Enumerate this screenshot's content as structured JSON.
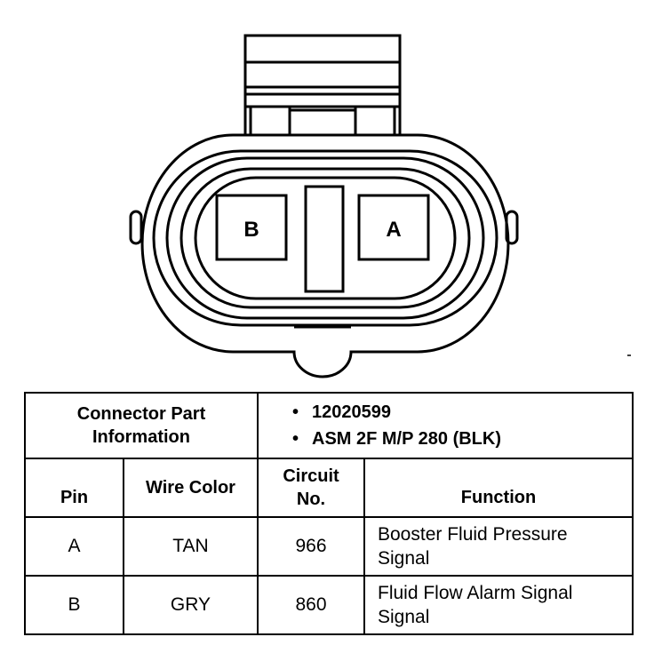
{
  "connector": {
    "pin_labels": [
      "B",
      "A"
    ]
  },
  "table": {
    "part_info_label_1": "Connector Part",
    "part_info_label_2": "Information",
    "part_values": [
      "12020599",
      "ASM 2F M/P 280 (BLK)"
    ],
    "bullet": "•",
    "headers": {
      "pin": "Pin",
      "wire_color": "Wire Color",
      "circuit_1": "Circuit",
      "circuit_2": "No.",
      "function": "Function"
    },
    "rows": [
      {
        "pin": "A",
        "wire_color": "TAN",
        "circuit": "966",
        "function_1": "Booster Fluid Pressure",
        "function_2": "Signal"
      },
      {
        "pin": "B",
        "wire_color": "GRY",
        "circuit": "860",
        "function_1": "Fluid Flow Alarm Signal",
        "function_2": "Signal"
      }
    ]
  }
}
